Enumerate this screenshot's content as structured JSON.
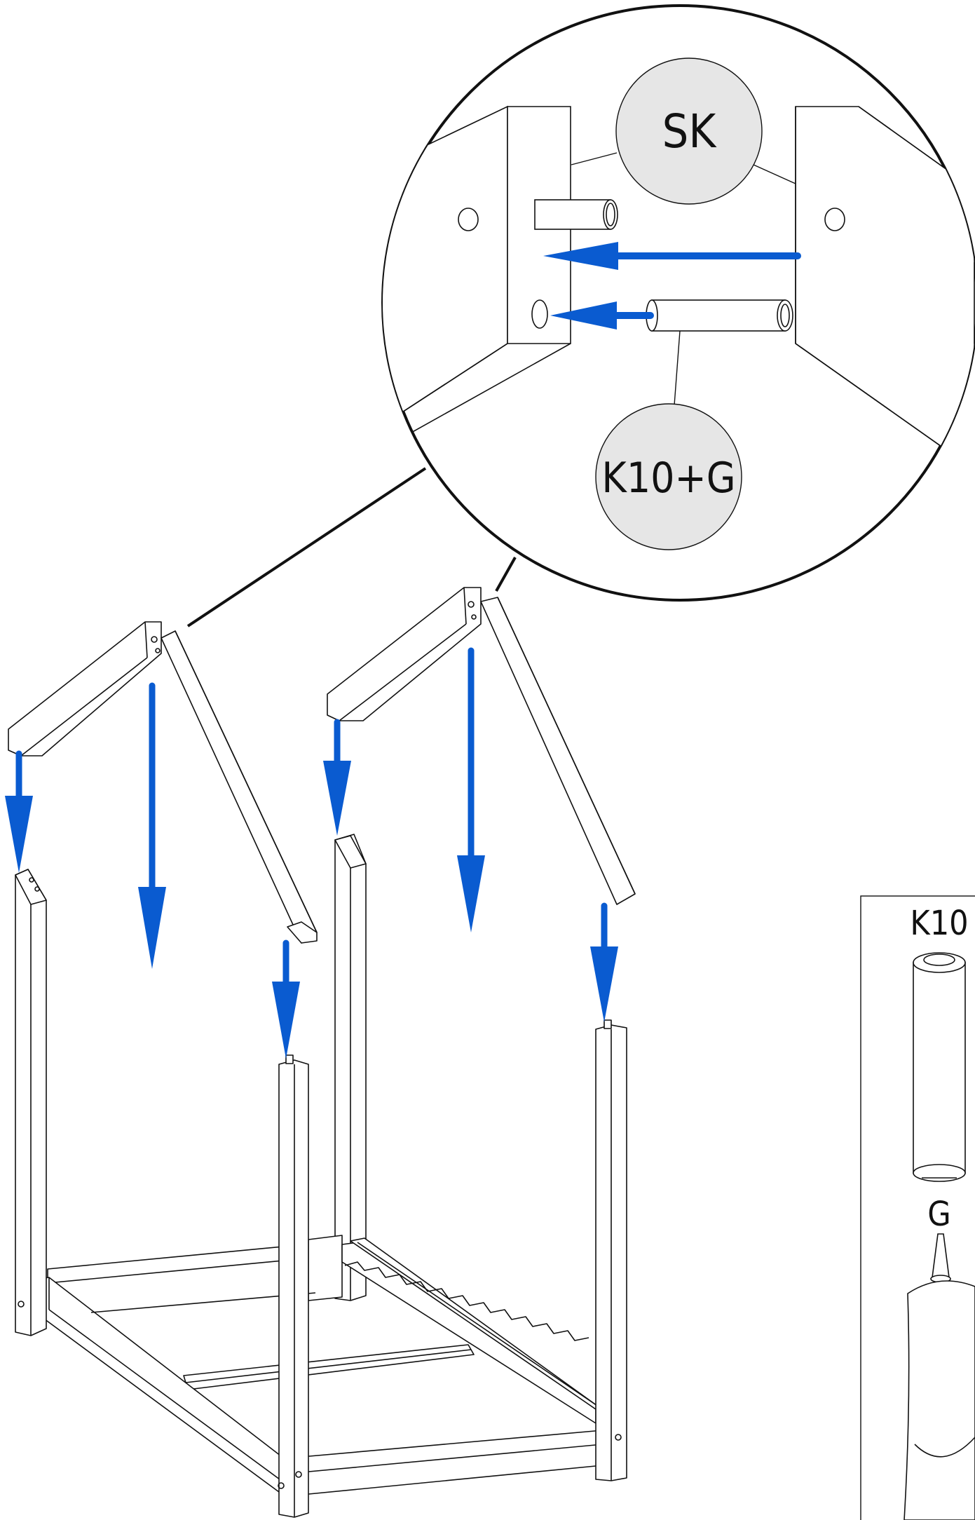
{
  "detail_labels": {
    "top_part": "SK",
    "bottom_part": "K10+G"
  },
  "parts_box": {
    "dowel_label": "K10",
    "glue_label": "G"
  },
  "colors": {
    "arrow": "#0a5bd0",
    "line": "#111111",
    "label_circle_fill": "#e6e6e6",
    "background": "#ffffff"
  }
}
